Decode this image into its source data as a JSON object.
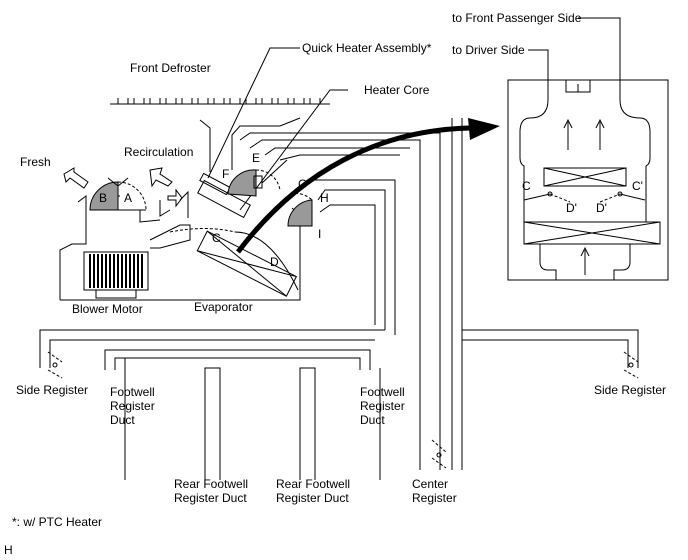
{
  "labels": {
    "front_passenger": "to Front Passenger Side",
    "driver_side": "to Driver Side",
    "quick_heater": "Quick Heater Assembly*",
    "front_defroster": "Front Defroster",
    "heater_core": "Heater Core",
    "fresh": "Fresh",
    "recirculation": "Recirculation",
    "blower_motor": "Blower Motor",
    "evaporator": "Evaporator",
    "side_register_left": "Side Register",
    "side_register_right": "Side Register",
    "footwell_left": [
      "Footwell",
      "Register",
      "Duct"
    ],
    "footwell_right": [
      "Footwell",
      "Register",
      "Duct"
    ],
    "rear_footwell_1": [
      "Rear Footwell",
      "Register Duct"
    ],
    "rear_footwell_2": [
      "Rear Footwell",
      "Register Duct"
    ],
    "center_register": [
      "Center",
      "Register"
    ],
    "footnote": "*: w/ PTC Heater",
    "corner_mark": "H"
  },
  "damper_letters": {
    "A": "A",
    "B": "B",
    "C": "C",
    "D": "D",
    "E": "E",
    "F": "F",
    "G": "G",
    "H": "H",
    "I": "I"
  },
  "inset_letters": {
    "C": "C",
    "C_prime": "C'",
    "D": "D'",
    "D_prime": "D'"
  }
}
